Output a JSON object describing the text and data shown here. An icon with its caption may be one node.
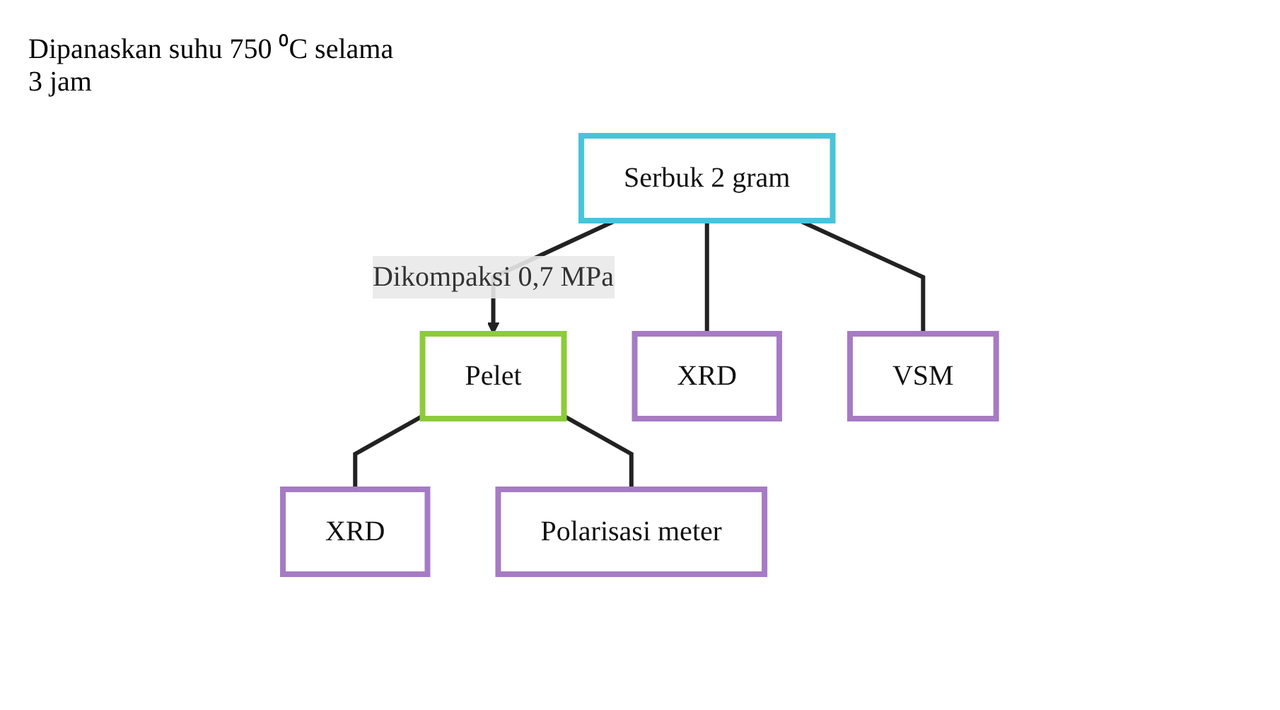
{
  "diagram": {
    "nodes": [
      {
        "text": [
          "Serbuk 2 gram"
        ]
      },
      {
        "text": [
          "Pelet"
        ]
      },
      {
        "text": [
          "XRD"
        ]
      },
      {
        "text": [
          "VSM"
        ]
      },
      {
        "text": [
          "XRD"
        ]
      },
      {
        "text": [
          "Polarisasi meter"
        ]
      }
    ],
    "edges": [
      {
        "from": 0,
        "to": 1,
        "arrow": "to",
        "label": "Dikompaksi 0,7 MPa"
      },
      {
        "from": 0,
        "to": 2,
        "arrow": "none"
      },
      {
        "from": 0,
        "to": 3,
        "arrow": "none"
      },
      {
        "from": 1,
        "to": 4,
        "arrow": "none"
      },
      {
        "from": 1,
        "to": 5,
        "arrow": "none"
      }
    ],
    "labels": [
      "Dipanaskan suhu 750 ⁰C selama 3 jam"
    ]
  }
}
